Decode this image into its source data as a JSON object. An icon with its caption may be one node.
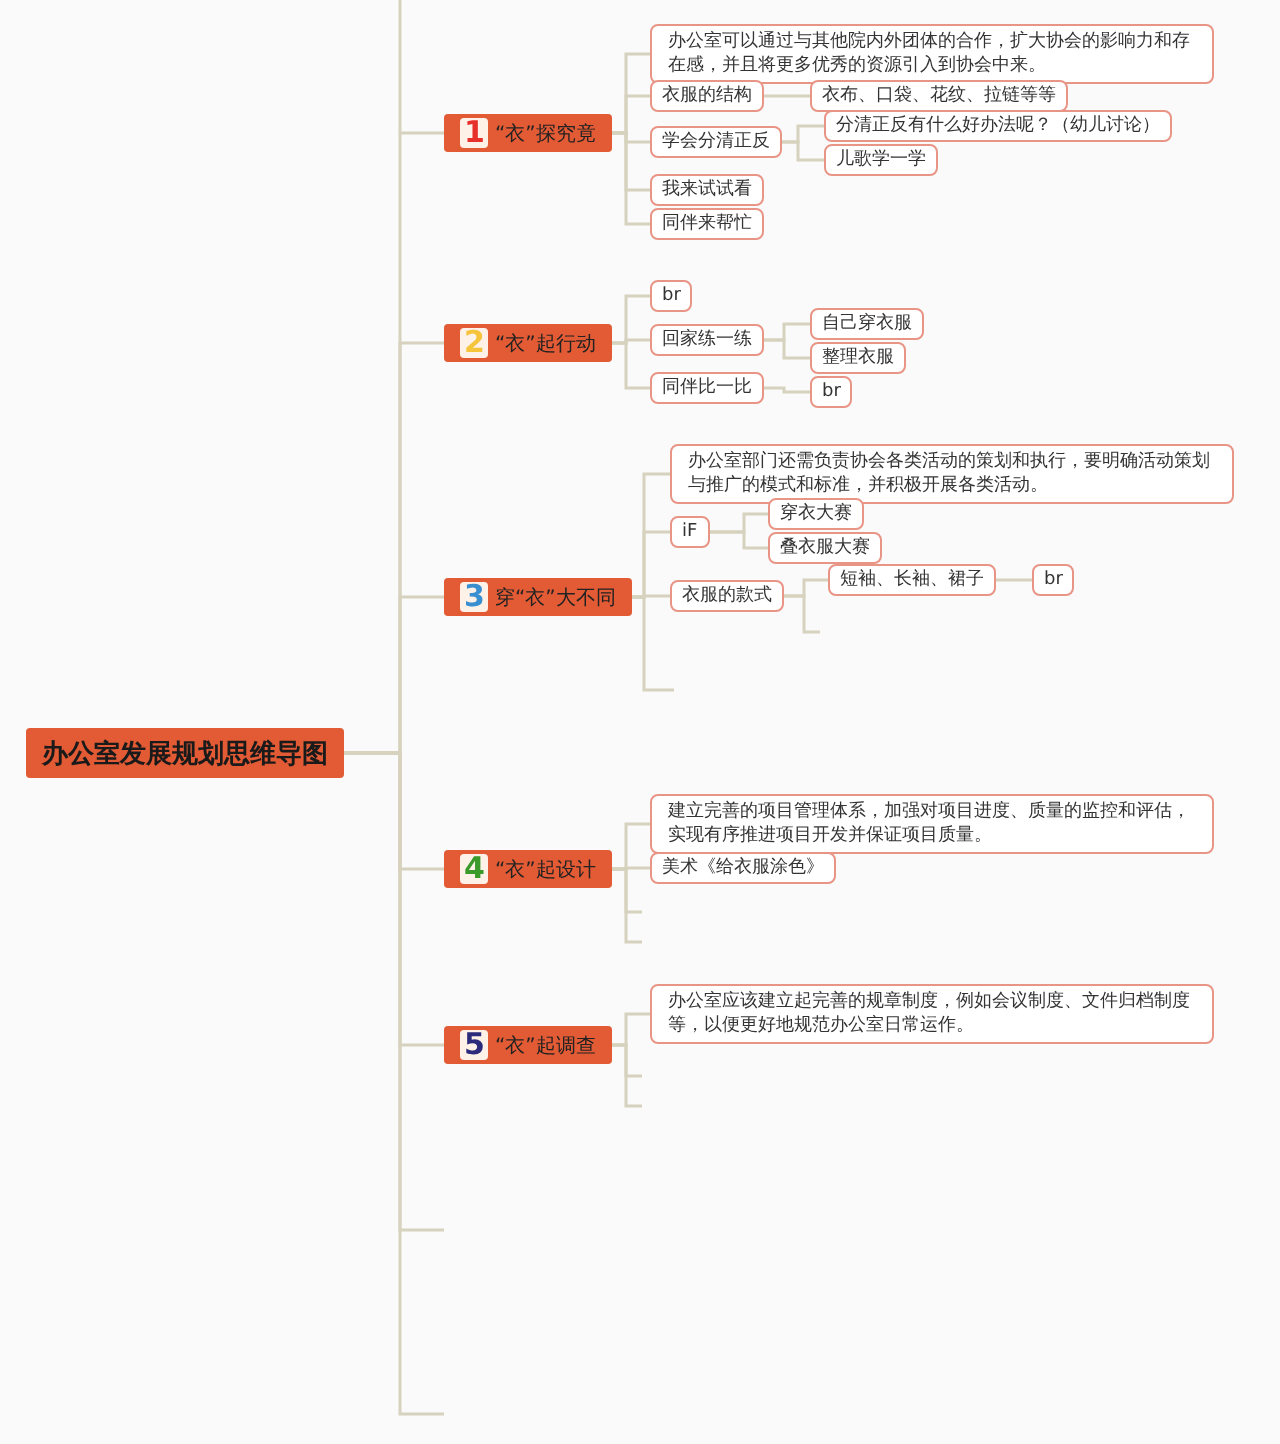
{
  "diagram": {
    "nodes": [
      {
        "text": [
          "办公室发展规划思维导图"
        ]
      },
      {
        "text": [
          "1",
          "“衣”探究竟"
        ]
      },
      {
        "text": [
          "办公室可以通过与其他院内外团体的合作，扩大协会的影响力和存在感，并且将更多优秀的资源引入到协会中来。"
        ]
      },
      {
        "text": [
          "衣服的结构"
        ]
      },
      {
        "text": [
          "衣布、口袋、花纹、拉链等等"
        ]
      },
      {
        "text": [
          "学会分清正反"
        ]
      },
      {
        "text": [
          "分清正反有什么好办法呢？（幼儿讨论）"
        ]
      },
      {
        "text": [
          "儿歌学一学"
        ]
      },
      {
        "text": [
          "我来试试看"
        ]
      },
      {
        "text": [
          "同伴来帮忙"
        ]
      },
      {
        "text": [
          "2",
          "“衣”起行动"
        ]
      },
      {
        "text": [
          "br"
        ]
      },
      {
        "text": [
          "回家练一练"
        ]
      },
      {
        "text": [
          "自己穿衣服"
        ]
      },
      {
        "text": [
          "整理衣服"
        ]
      },
      {
        "text": [
          "同伴比一比"
        ]
      },
      {
        "text": [
          "br"
        ]
      },
      {
        "text": [
          "3",
          "穿“衣”大不同"
        ]
      },
      {
        "text": [
          "办公室部门还需负责协会各类活动的策划和执行，要明确活动策划与推广的模式和标准，并积极开展各类活动。"
        ]
      },
      {
        "text": [
          "iF"
        ]
      },
      {
        "text": [
          "穿衣大赛"
        ]
      },
      {
        "text": [
          "叠衣服大赛"
        ]
      },
      {
        "text": [
          "衣服的款式"
        ]
      },
      {
        "text": [
          "短袖、长袖、裙子"
        ]
      },
      {
        "text": [
          "br"
        ]
      },
      {
        "text": [
          "4",
          "“衣”起设计"
        ]
      },
      {
        "text": [
          "建立完善的项目管理体系，加强对项目进度、质量的监控和评估，实现有序推进项目开发并保证项目质量。"
        ]
      },
      {
        "text": [
          "美术《给衣服涂色》"
        ]
      },
      {
        "text": [
          "5",
          "“衣”起调查"
        ]
      },
      {
        "text": [
          "办公室应该建立起完善的规章制度，例如会议制度、文件归档制度等，以便更好地规范办公室日常运作。"
        ]
      }
    ],
    "edges": [
      {
        "from": 0,
        "to": 1,
        "arrow": "none"
      },
      {
        "from": 0,
        "to": 10,
        "arrow": "none"
      },
      {
        "from": 0,
        "to": 17,
        "arrow": "none"
      },
      {
        "from": 0,
        "to": 25,
        "arrow": "none"
      },
      {
        "from": 0,
        "to": 28,
        "arrow": "none"
      },
      {
        "from": 0,
        "to": null,
        "arrow": "none"
      },
      {
        "from": 0,
        "to": null,
        "arrow": "none"
      },
      {
        "from": 1,
        "to": 2,
        "arrow": "none"
      },
      {
        "from": 1,
        "to": 3,
        "arrow": "none"
      },
      {
        "from": 1,
        "to": 5,
        "arrow": "none"
      },
      {
        "from": 1,
        "to": 8,
        "arrow": "none"
      },
      {
        "from": 1,
        "to": 9,
        "arrow": "none"
      },
      {
        "from": 3,
        "to": 4,
        "arrow": "none"
      },
      {
        "from": 5,
        "to": 6,
        "arrow": "none"
      },
      {
        "from": 5,
        "to": 7,
        "arrow": "none"
      },
      {
        "from": 10,
        "to": 11,
        "arrow": "none"
      },
      {
        "from": 10,
        "to": 12,
        "arrow": "none"
      },
      {
        "from": 10,
        "to": 15,
        "arrow": "none"
      },
      {
        "from": 12,
        "to": 13,
        "arrow": "none"
      },
      {
        "from": 12,
        "to": 14,
        "arrow": "none"
      },
      {
        "from": 15,
        "to": 16,
        "arrow": "none"
      },
      {
        "from": 17,
        "to": 18,
        "arrow": "none"
      },
      {
        "from": 17,
        "to": 19,
        "arrow": "none"
      },
      {
        "from": 17,
        "to": 22,
        "arrow": "none"
      },
      {
        "from": 17,
        "to": null,
        "arrow": "none"
      },
      {
        "from": 19,
        "to": 20,
        "arrow": "none"
      },
      {
        "from": 19,
        "to": 21,
        "arrow": "none"
      },
      {
        "from": 22,
        "to": 23,
        "arrow": "none"
      },
      {
        "from": 22,
        "to": null,
        "arrow": "none"
      },
      {
        "from": 23,
        "to": 24,
        "arrow": "none"
      },
      {
        "from": 25,
        "to": 26,
        "arrow": "none"
      },
      {
        "from": 25,
        "to": 27,
        "arrow": "none"
      },
      {
        "from": 25,
        "to": null,
        "arrow": "none"
      },
      {
        "from": 25,
        "to": null,
        "arrow": "none"
      },
      {
        "from": 28,
        "to": 29,
        "arrow": "none"
      },
      {
        "from": 28,
        "to": null,
        "arrow": "none"
      },
      {
        "from": 28,
        "to": null,
        "arrow": "none"
      }
    ]
  }
}
